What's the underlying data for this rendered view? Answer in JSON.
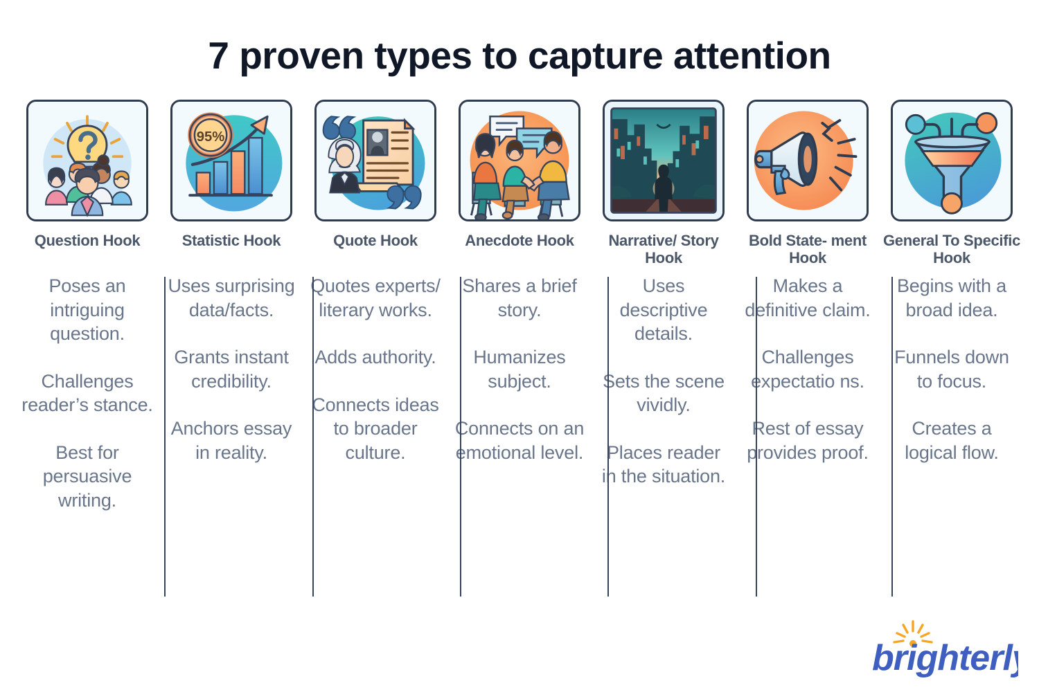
{
  "title": "7 proven types to capture attention",
  "brand": {
    "name": "brighterly",
    "logo_text_color": "#3f5fc0",
    "logo_sun_color": "#f5a623"
  },
  "theme": {
    "title_color": "#101828",
    "heading_color": "#4b5768",
    "body_color": "#69758a",
    "divider_color": "#36435a",
    "tile_border_color": "#2f3b4e",
    "tile_background": "#f4fafd",
    "accent_orange": "#f4894f",
    "accent_teal": "#3fb6c4",
    "accent_blue": "#4c9ede"
  },
  "columns": [
    {
      "heading": "Question Hook",
      "icon": "lightbulb-question-crowd-icon",
      "points": [
        "Poses an intriguing question.",
        "Challenges reader’s stance.",
        "Best for persuasive writing."
      ]
    },
    {
      "heading": "Statistic Hook",
      "icon": "bar-chart-95-percent-icon",
      "icon_label": "95%",
      "points": [
        "Uses surprising data/facts.",
        "Grants instant credibility.",
        "Anchors essay in reality."
      ]
    },
    {
      "heading": "Quote Hook",
      "icon": "quotation-scholar-scroll-icon",
      "points": [
        "Quotes experts/ literary works.",
        "Adds authority.",
        "Connects ideas to broader culture."
      ]
    },
    {
      "heading": "Anecdote Hook",
      "icon": "people-conversation-speech-bubbles-icon",
      "points": [
        "Shares a brief story.",
        "Humanizes subject.",
        "Connects on an emotional level."
      ]
    },
    {
      "heading": "Narrative/ Story Hook",
      "icon": "cityscape-silhouette-scene-icon",
      "points": [
        "Uses descriptive details.",
        "Sets the scene vividly.",
        "Places reader in the situation."
      ]
    },
    {
      "heading": "Bold State- ment Hook",
      "icon": "megaphone-icon",
      "points": [
        "Makes a definitive claim.",
        "Challenges expectatio ns.",
        "Rest of essay provides proof."
      ]
    },
    {
      "heading": "General To Specific Hook",
      "icon": "funnel-arrows-icon",
      "points": [
        "Begins with a broad idea.",
        "Funnels down to focus.",
        "Creates a logical flow."
      ]
    }
  ]
}
